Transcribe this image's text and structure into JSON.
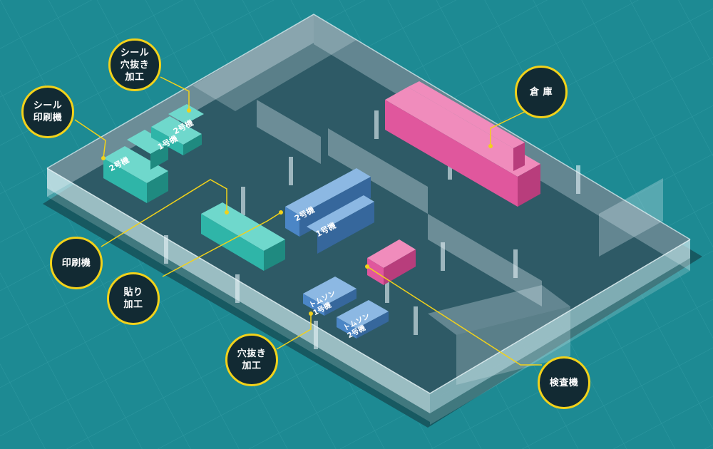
{
  "colors": {
    "background": "#1d8a93",
    "floor": "#2e5a66",
    "wall": "#dfeff4",
    "callout_fill": "#122a33",
    "callout_border": "#f2d21a",
    "teal_machine": "#2fb5a8",
    "blue_machine": "#4b86c6",
    "pink_machine": "#e0579d"
  },
  "callouts": {
    "seal_punch": "シール\n穴抜き\n加工",
    "seal_print": "シール\n印刷機",
    "warehouse": "倉 庫",
    "printer": "印刷機",
    "laminate": "貼り\n加工",
    "punch": "穴抜き\n加工",
    "inspection": "検査機"
  },
  "machines": {
    "seal_punch_2": "2号機",
    "seal_punch_1": "1号機",
    "seal_print_2": "2号機",
    "printer_2": "2号機",
    "printer_1": "1号機",
    "thomson_1": "トムソン\n1号機",
    "thomson_2": "トムソン\n2号機"
  }
}
